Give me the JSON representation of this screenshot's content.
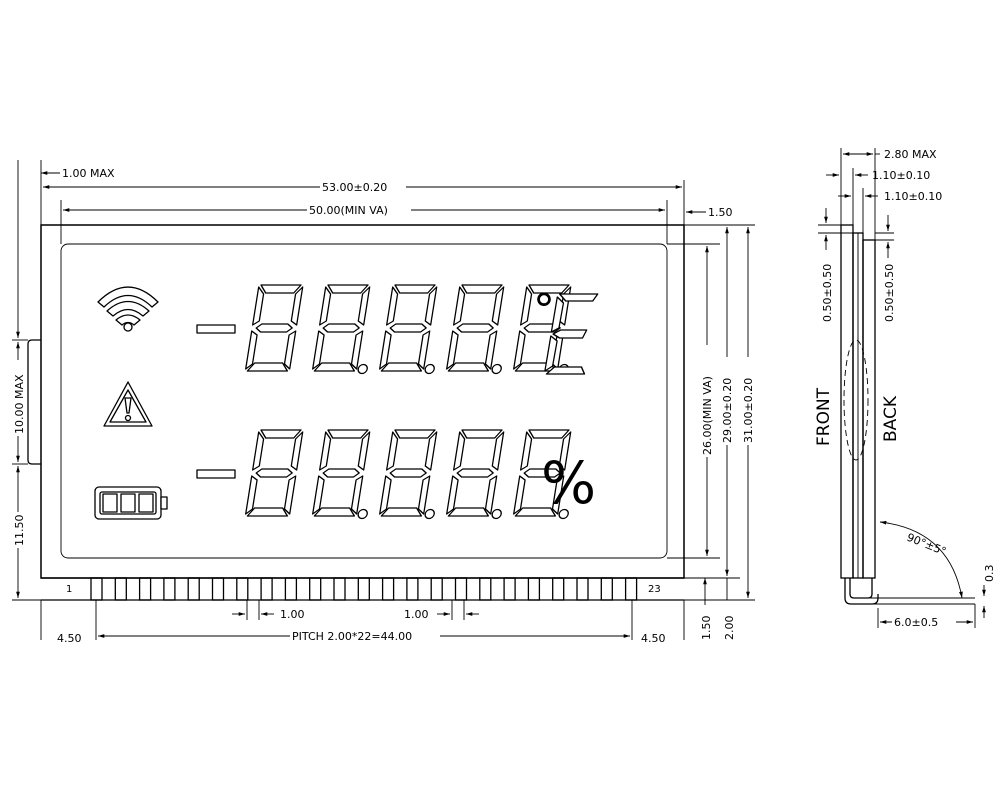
{
  "front_view": {
    "dim_thickness_top": "1.00 MAX",
    "dim_outline_width": "53.00±0.20",
    "dim_view_area_width": "50.00(MIN VA)",
    "dim_right_margin": "1.50",
    "dim_view_area_height": "26.00(MIN VA)",
    "dim_glass_height": "29.00±0.20",
    "dim_total_height": "31.00±0.20",
    "dim_side_tab": "10.00 MAX",
    "dim_side_offset": "11.50",
    "pin_first_label": "1",
    "pin_last_label": "23",
    "dim_pin_width_left": "1.00",
    "dim_pin_width_right": "1.00",
    "dim_edge_left": "4.50",
    "dim_pitch": "PITCH 2.00*22=44.00",
    "dim_edge_right": "4.50",
    "dim_pin_height": "1.50",
    "dim_pin_total": "2.00",
    "pin_count": 23
  },
  "display": {
    "row1_unit": "°E",
    "row2_unit": "%",
    "row1_digits": 5,
    "row2_digits": 5,
    "icons": [
      "wifi-icon",
      "warning-icon",
      "battery-icon"
    ]
  },
  "side_view": {
    "dim_total_thickness": "2.80 MAX",
    "dim_glass_front": "1.10±0.10",
    "dim_glass_back": "1.10±0.10",
    "dim_offset_front": "0.50±0.50",
    "dim_offset_back": "0.50±0.50",
    "label_front": "FRONT",
    "label_back": "BACK",
    "dim_angle": "90°±5°",
    "dim_pin_thickness": "0.3",
    "dim_pin_length": "6.0±0.5"
  }
}
